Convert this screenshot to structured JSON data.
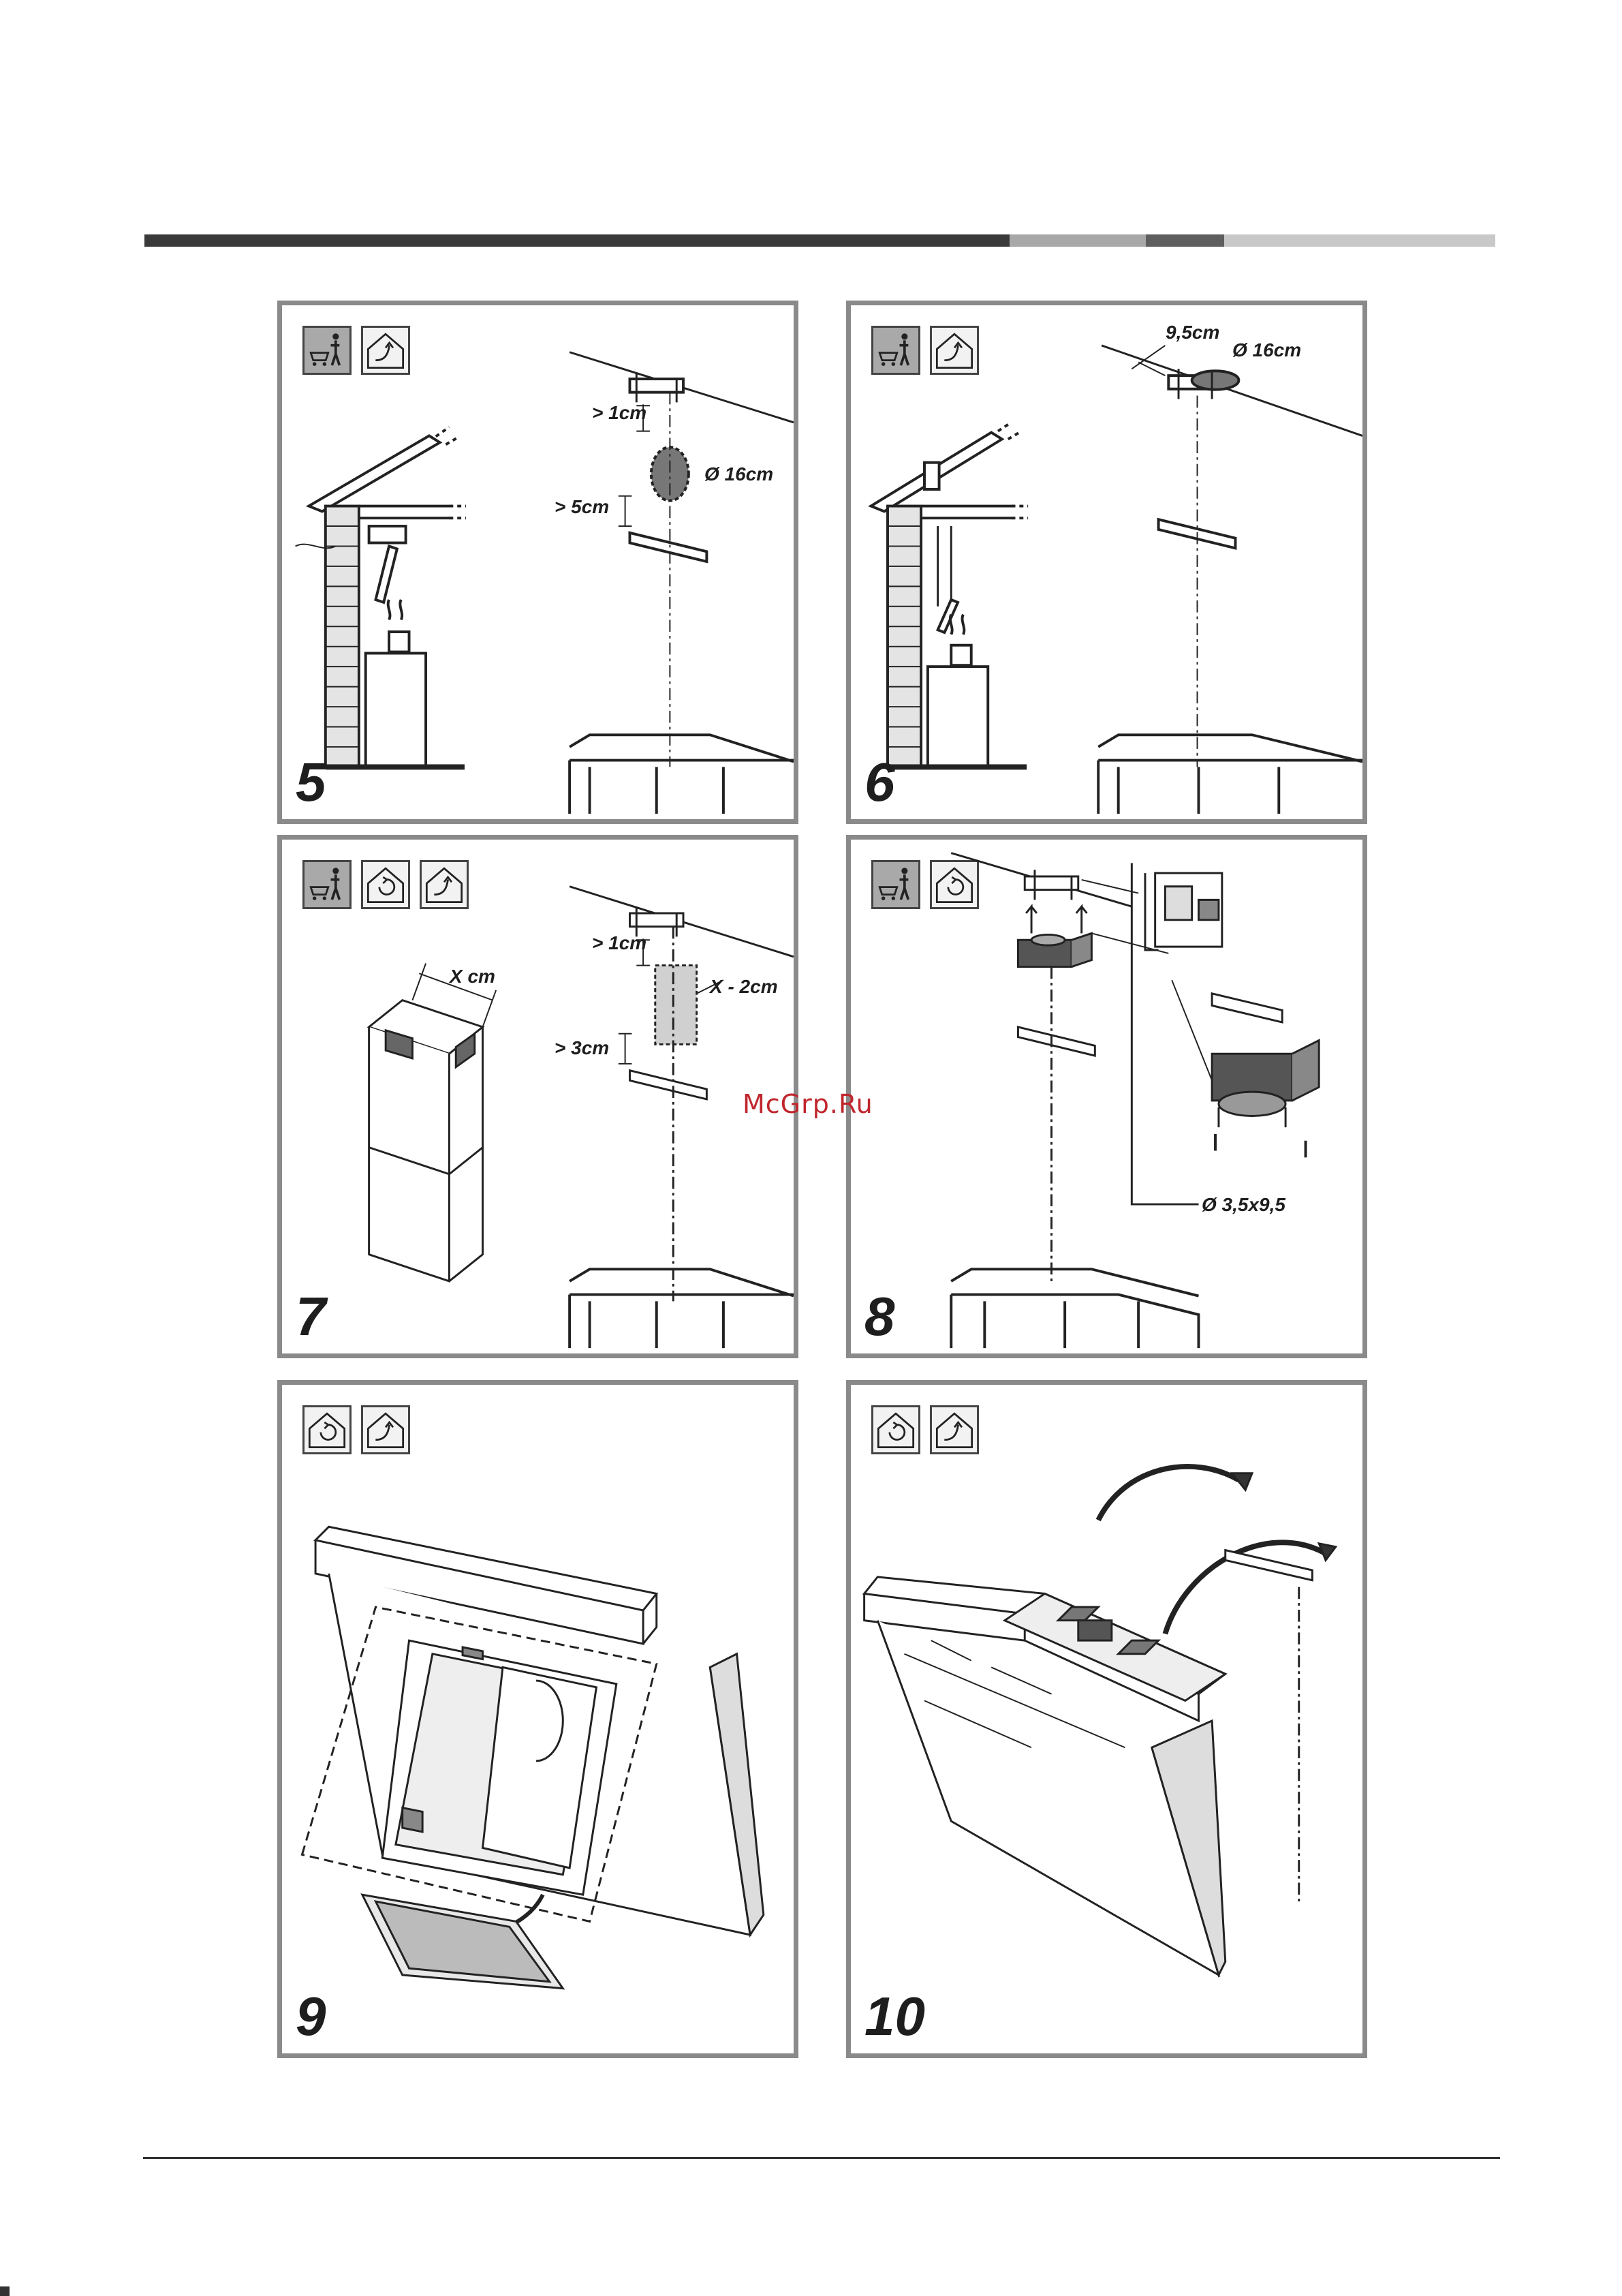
{
  "header_bar": {
    "colors": [
      "#3a3a3a",
      "#a8a8a8",
      "#5e5e5e",
      "#c8c8c8"
    ]
  },
  "panels": [
    {
      "step": "5",
      "icons": [
        "shopping-cart-person-icon",
        "ducted-outlet-icon"
      ],
      "labels": {
        "gap_top": "> 1cm",
        "gap_bottom": "> 5cm",
        "diameter": "Ø 16cm"
      }
    },
    {
      "step": "6",
      "icons": [
        "shopping-cart-person-icon",
        "ducted-outlet-icon"
      ],
      "labels": {
        "offset": "9,5cm",
        "diameter": "Ø 16cm"
      }
    },
    {
      "step": "7",
      "icons": [
        "shopping-cart-person-icon",
        "recirculation-icon",
        "ducted-outlet-icon"
      ],
      "labels": {
        "width": "X cm",
        "gap_top": "> 1cm",
        "opening": "X - 2cm",
        "gap_bottom": "> 3cm"
      }
    },
    {
      "step": "8",
      "icons": [
        "shopping-cart-person-icon",
        "recirculation-icon"
      ],
      "labels": {
        "screw": "Ø 3,5x9,5"
      }
    },
    {
      "step": "9",
      "icons": [
        "recirculation-icon",
        "ducted-outlet-icon"
      ],
      "labels": {}
    },
    {
      "step": "10",
      "icons": [
        "recirculation-icon",
        "ducted-outlet-icon"
      ],
      "labels": {}
    }
  ],
  "watermark": "McGrp.Ru"
}
